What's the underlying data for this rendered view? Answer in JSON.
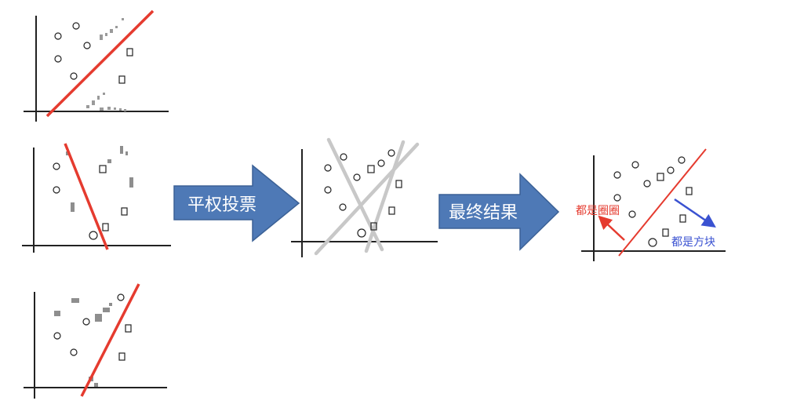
{
  "arrows": {
    "vote_label": "平权投票",
    "result_label": "最终结果"
  },
  "annotations": {
    "circles_label": "都是圈圈",
    "squares_label": "都是方块"
  },
  "colors": {
    "classifier_line": "#e53b2f",
    "vote_line": "#c8c8c8",
    "arrow_fill": "#4e79b6",
    "arrow_stroke": "#3b6196",
    "circles_annotation": "#e53b2f",
    "squares_annotation": "#3a52d1",
    "axis": "#222222"
  }
}
